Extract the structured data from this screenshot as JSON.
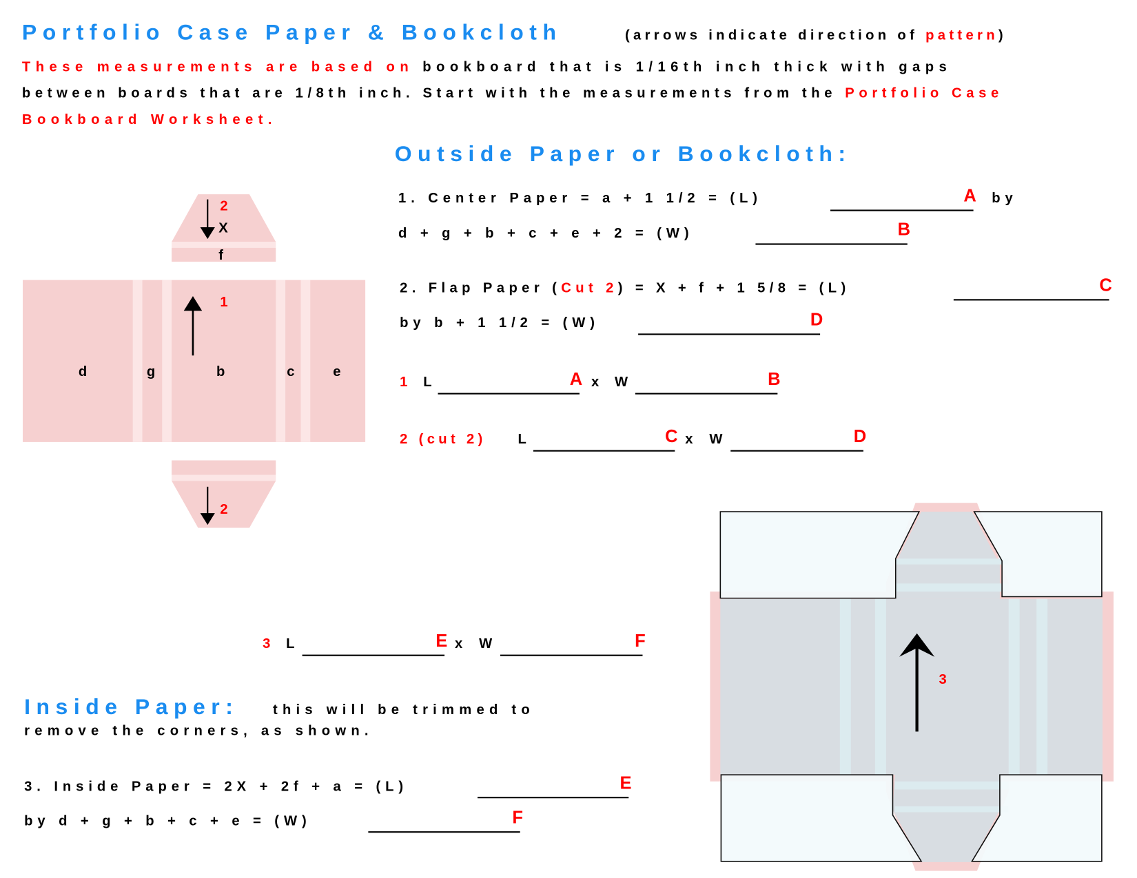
{
  "header": {
    "title": "Portfolio Case Paper & Bookcloth",
    "subtitle_open": "(arrows indicate direction of ",
    "subtitle_red": "pattern",
    "subtitle_close": ")"
  },
  "intro": {
    "line1_red": "These measurements are based on ",
    "line1_black": "bookboard that is 1/16th inch thick with gaps",
    "line2_black": "between boards that are 1/8th inch. Start with the measurements from the ",
    "line2_red": "Portfolio Case",
    "line3_red": "Bookboard Worksheet."
  },
  "outside": {
    "heading": "Outside Paper or Bookcloth:",
    "center_l": "1. Center Paper = a + 1 1/2 = (L)",
    "center_by": "by",
    "center_w": "d + g + b + c + e + 2 = (W)",
    "flap_l_pre": "2. Flap Paper (",
    "flap_l_red": "Cut 2",
    "flap_l_post": ") = X + f + 1 5/8 = (L)",
    "flap_w": "by b + 1 1/2 = (W)",
    "row1_num": "1",
    "row2_num": "2 (cut 2)"
  },
  "inside": {
    "heading": "Inside Paper:",
    "note1": "this will be trimmed to",
    "note2": "remove the corners, as shown.",
    "inside_l": "3. Inside Paper = 2X + 2f + a = (L)",
    "inside_w": "by d + g + b + c + e = (W)",
    "row3_num": "3"
  },
  "common": {
    "L": "L",
    "W": "W",
    "x": "x"
  },
  "blanks": {
    "A": "A",
    "B": "B",
    "C": "C",
    "D": "D",
    "E": "E",
    "F": "F"
  },
  "diagram_left": {
    "labels": {
      "d": "d",
      "g": "g",
      "b": "b",
      "c": "c",
      "e": "e",
      "f": "f",
      "X": "X"
    },
    "num1": "1",
    "num2": "2"
  },
  "diagram_right": {
    "num3": "3"
  },
  "colors": {
    "blue": "#1a8cf0",
    "red": "#ff0000",
    "pink": "#f6d0d0",
    "grey": "#d8dde2",
    "lightblue": "#f2fafc"
  }
}
